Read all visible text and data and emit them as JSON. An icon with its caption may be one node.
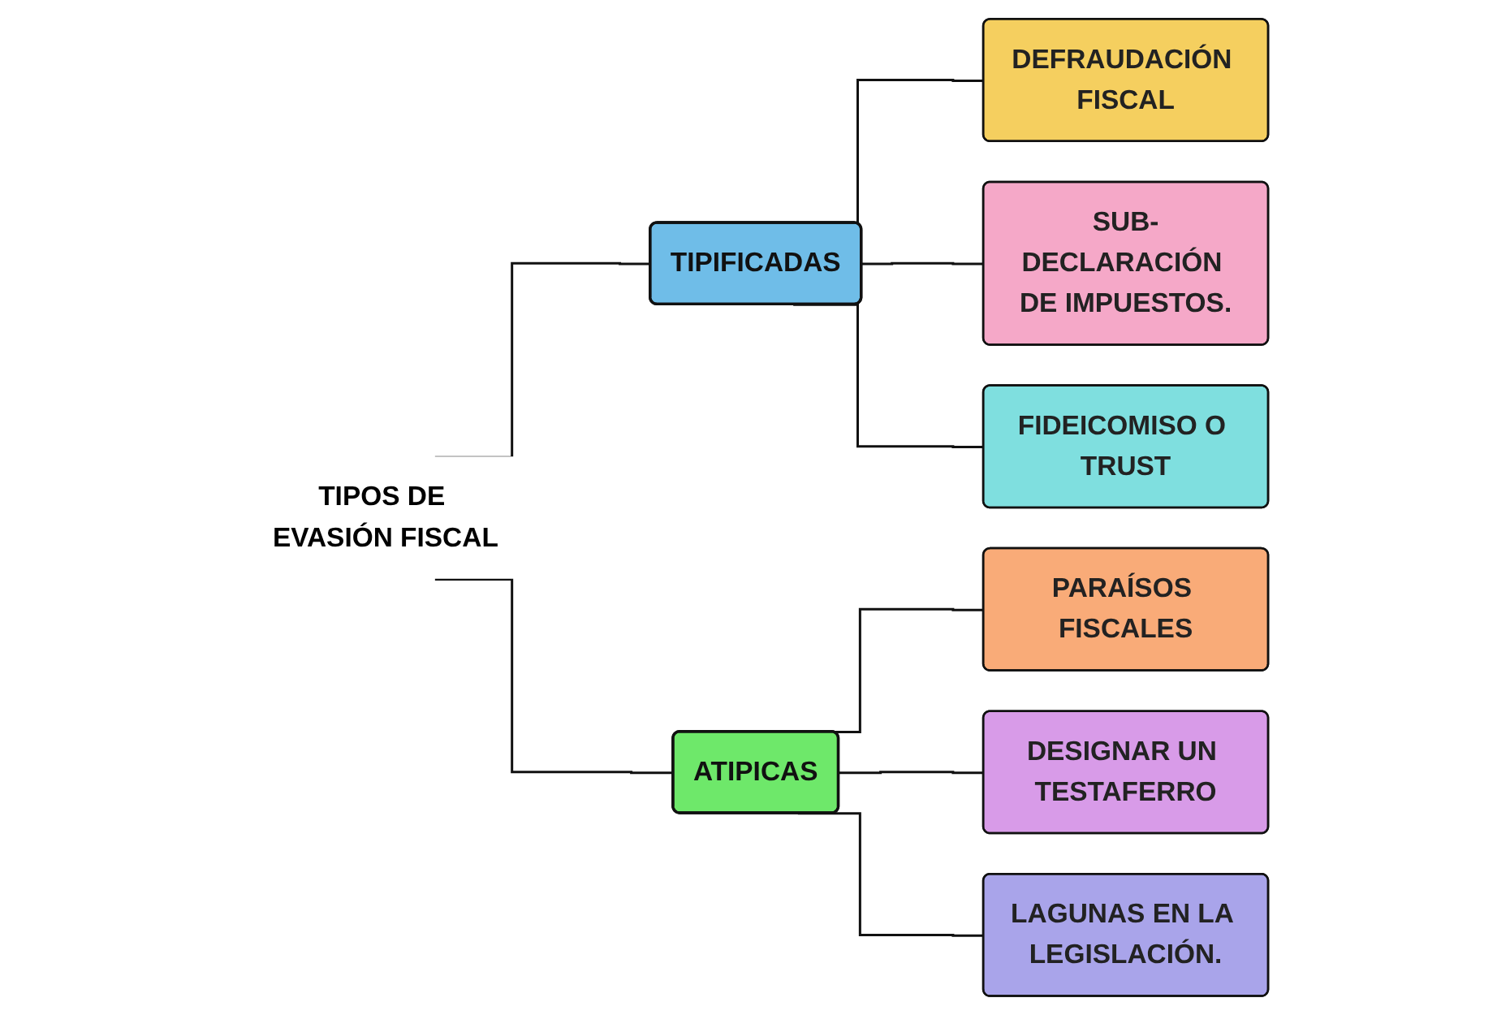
{
  "diagram": {
    "nodes": [
      {
        "text": [
          "TIPOS DE EVASIÓN FISCAL"
        ]
      },
      {
        "text": [
          "TIPIFICADAS"
        ]
      },
      {
        "text": [
          "ATIPICAS"
        ]
      },
      {
        "text": [
          "DEFRAUDACIÓN FISCAL"
        ]
      },
      {
        "text": [
          "SUB-DECLARACIÓN DE IMPUESTOS."
        ]
      },
      {
        "text": [
          "FIDEICOMISO O TRUST"
        ]
      },
      {
        "text": [
          "PARAÍSOS FISCALES"
        ]
      },
      {
        "text": [
          "DESIGNAR UN TESTAFERRO"
        ]
      },
      {
        "text": [
          "LAGUNAS EN LA LEGISLACIÓN."
        ]
      }
    ],
    "edges": [
      {
        "from": 0,
        "to": 1,
        "arrow": "none"
      },
      {
        "from": 0,
        "to": 2,
        "arrow": "none"
      },
      {
        "from": 1,
        "to": 3,
        "arrow": "none"
      },
      {
        "from": 1,
        "to": 4,
        "arrow": "none"
      },
      {
        "from": 1,
        "to": 5,
        "arrow": "none"
      },
      {
        "from": 2,
        "to": 6,
        "arrow": "none"
      },
      {
        "from": 2,
        "to": 7,
        "arrow": "none"
      },
      {
        "from": 2,
        "to": 8,
        "arrow": "none"
      }
    ]
  }
}
